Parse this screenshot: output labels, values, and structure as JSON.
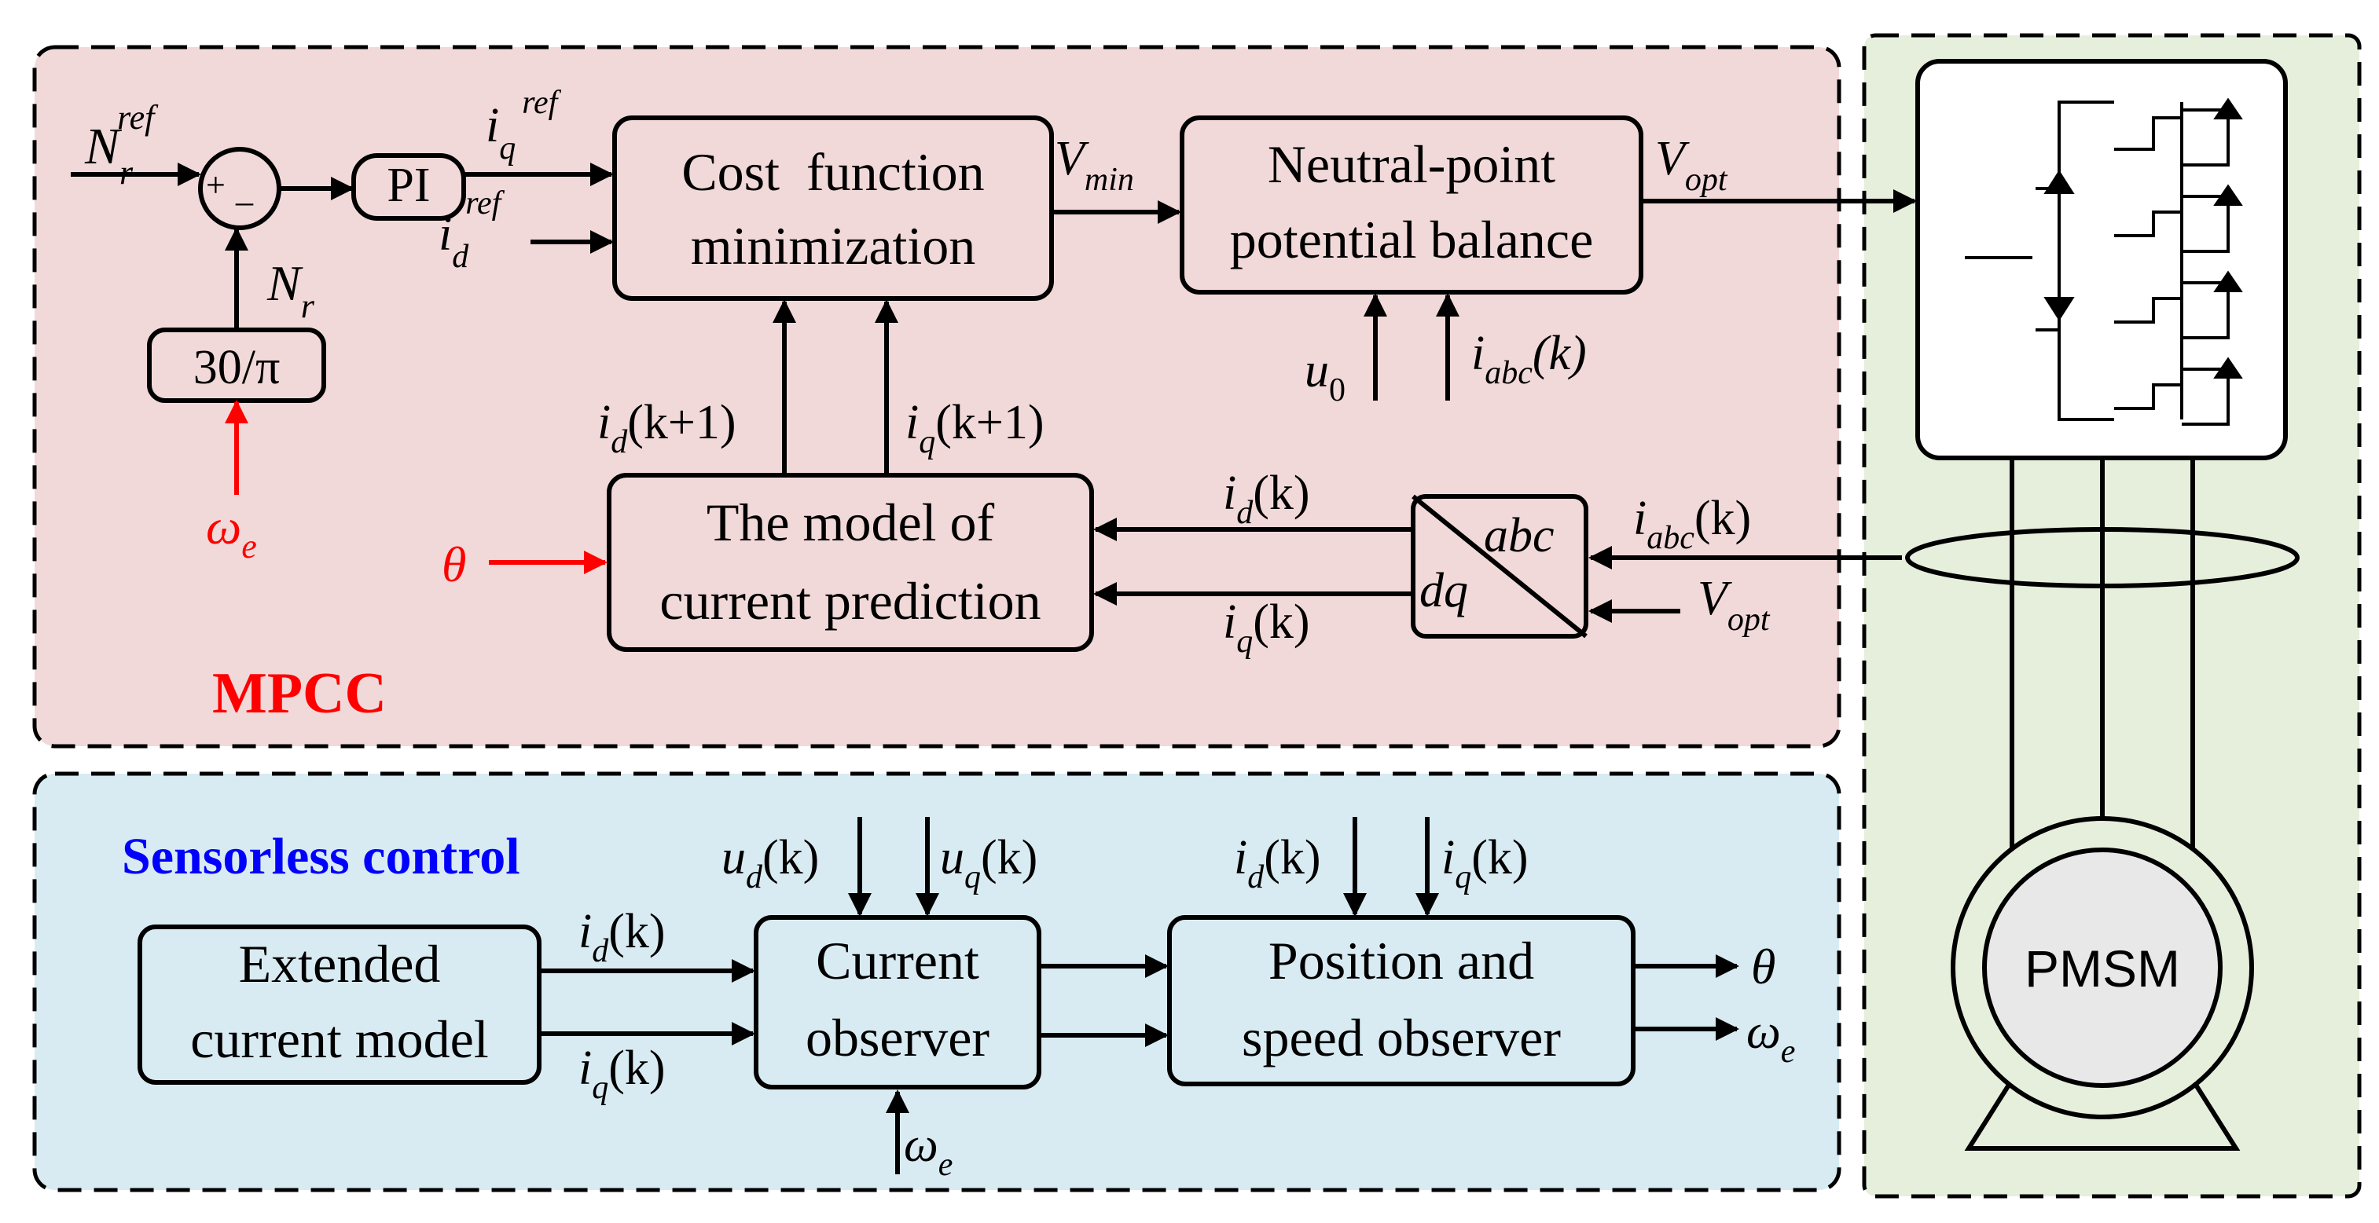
{
  "regions": {
    "mpcc_title": "MPCC",
    "sensorless_title": "Sensorless control"
  },
  "blocks": {
    "summer_plus": "+",
    "summer_minus": "_",
    "pi": "PI",
    "gain": "30/π",
    "cost_line1": "Cost  function",
    "cost_line2": "minimization",
    "npb_line1": "Neutral-point",
    "npb_line2": "potential balance",
    "model_line1": "The model of",
    "model_line2": "current prediction",
    "transform_top": "abc",
    "transform_bottom": "dq",
    "ext_line1": "Extended",
    "ext_line2": "current model",
    "obs_line1": "Current",
    "obs_line2": "observer",
    "pso_line1": "Position and",
    "pso_line2": "speed observer",
    "pmsm": "PMSM"
  },
  "signals": {
    "N_base": "N",
    "N_sub": "r",
    "ref_sup": "ref",
    "i_base": "i",
    "q_sub": "q",
    "d_sub": "d",
    "V_base": "V",
    "min_sub": "min",
    "opt_sub": "opt",
    "abc_sub": "abc",
    "u_base": "u",
    "zero_sub": "0",
    "omega_base": "ω",
    "e_sub": "e",
    "theta": "θ",
    "arg_k": "(k)",
    "arg_k1": "(k+1)"
  },
  "colors": {
    "mpcc_bg": "#f2d9d9",
    "sensorless_bg": "#d9ebf2",
    "drive_bg": "#e6efdc",
    "accent_red": "#ff0000",
    "title_blue": "#0000ff"
  }
}
